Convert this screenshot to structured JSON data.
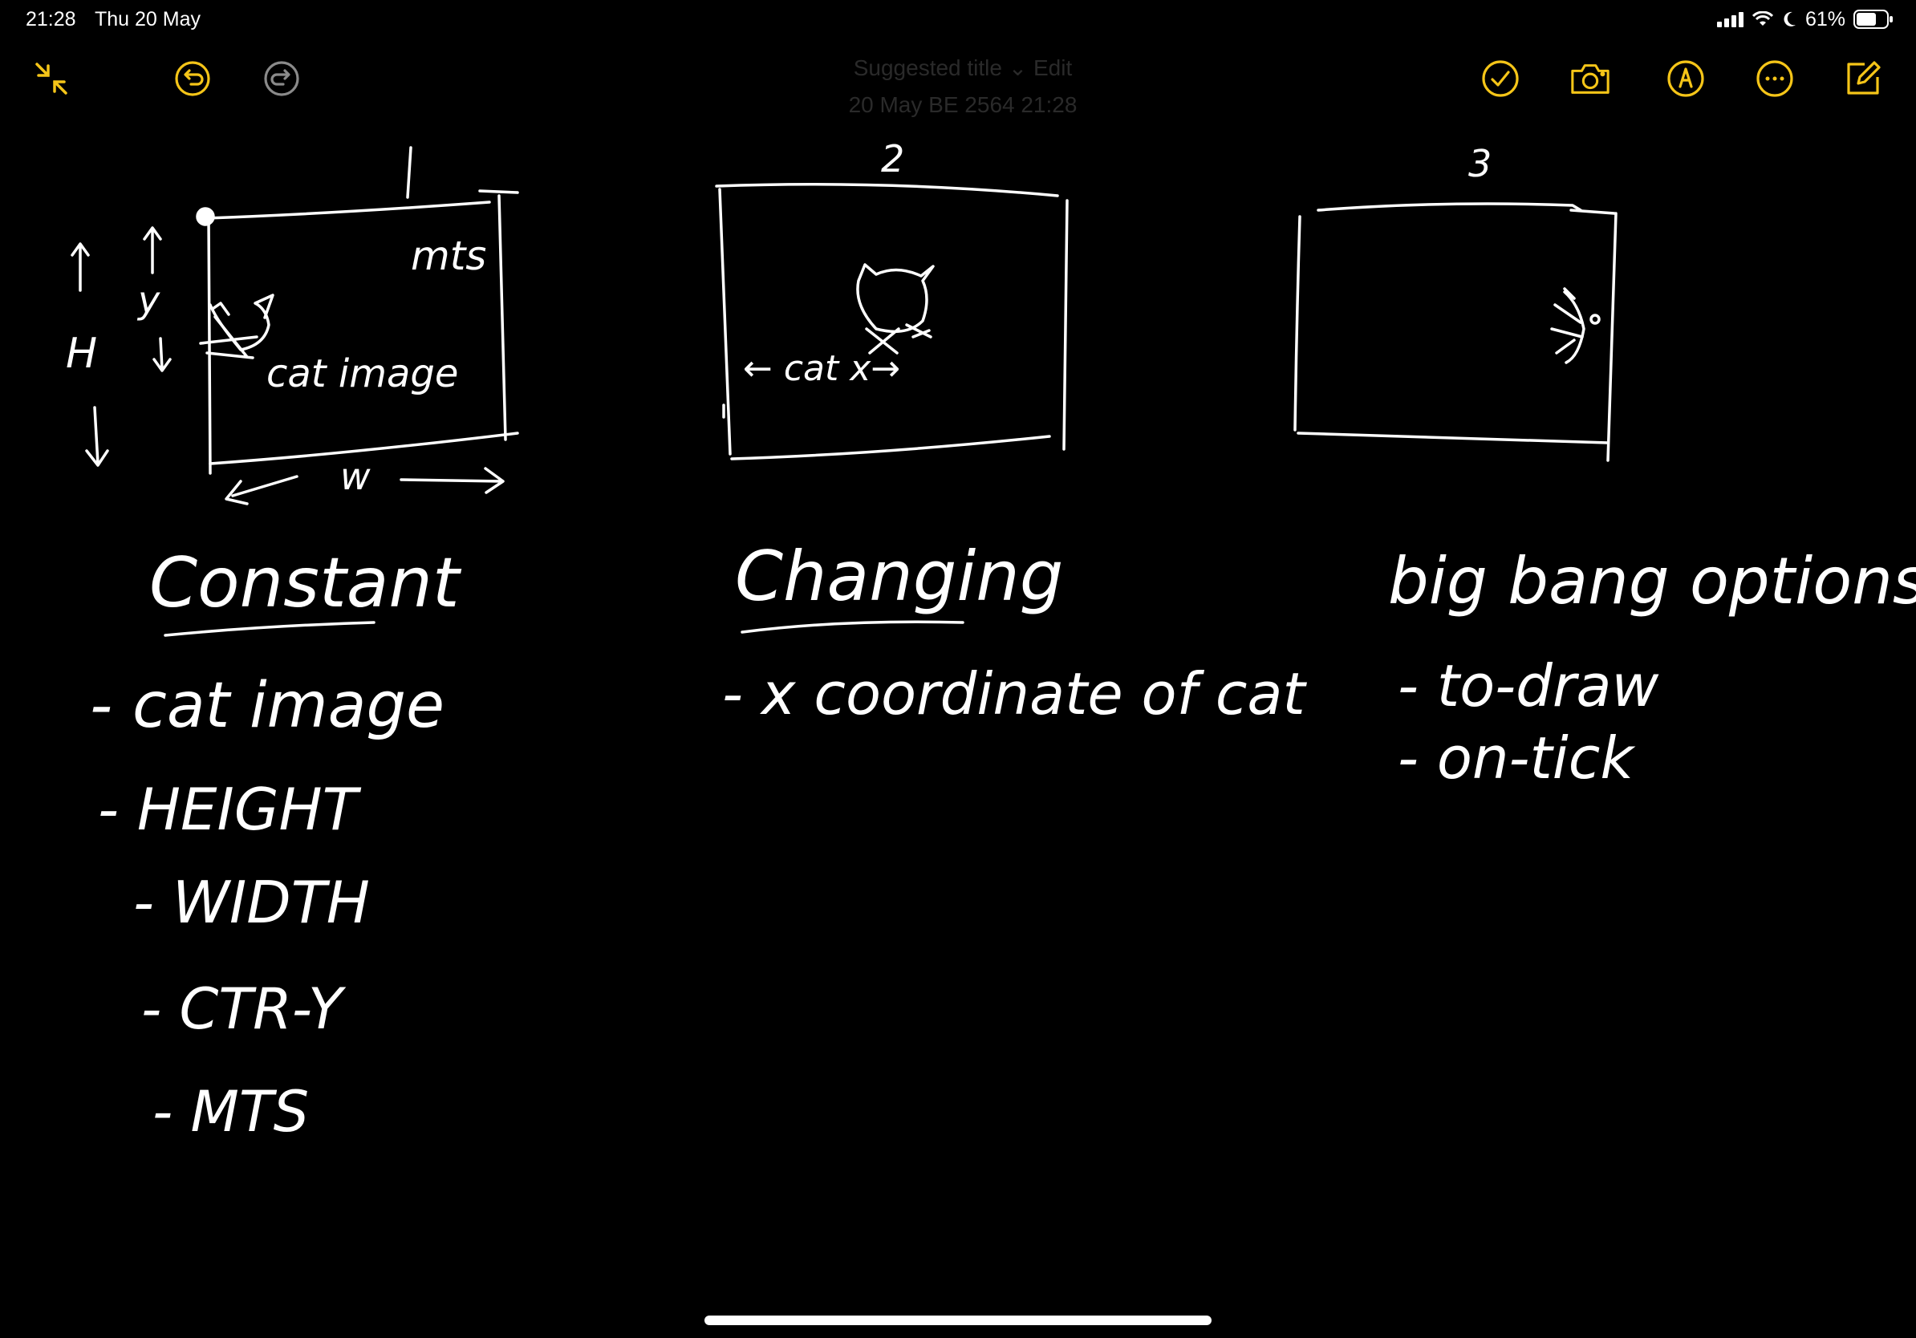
{
  "status_bar": {
    "time": "21:28",
    "date": "Thu 20 May",
    "battery": "61%",
    "icons": [
      "cellular-signal-icon",
      "wifi-icon",
      "do-not-disturb-moon-icon",
      "battery-icon"
    ]
  },
  "toolbar": {
    "left": [
      "collapse-arrows-icon",
      "undo-icon",
      "redo-icon"
    ],
    "right": [
      "done-checkmark-icon",
      "camera-icon",
      "markup-pen-icon",
      "more-ellipsis-icon",
      "compose-icon"
    ],
    "accent_color": "#F5C518",
    "disabled_color": "#8a8a8a"
  },
  "note": {
    "title_line1": "Suggested title  ⌄  Edit",
    "title_line2": "20 May BE 2564 21:28"
  },
  "sketch": {
    "frames": [
      {
        "number": "1",
        "corner_label": "mts",
        "cat_label": "cat image",
        "height_label": "H",
        "y_label": "y",
        "width_label": "w"
      },
      {
        "number": "2",
        "cat_label": "← cat x→"
      },
      {
        "number": "3"
      }
    ],
    "constant": {
      "heading": "Constant",
      "items": [
        "- cat image",
        "- HEIGHT",
        "- WIDTH",
        "- CTR-Y",
        "- MTS"
      ]
    },
    "changing": {
      "heading": "Changing",
      "items": [
        "- x coordinate of cat"
      ]
    },
    "big_bang": {
      "heading": "big bang options",
      "items": [
        "- to-draw",
        "- on-tick"
      ]
    }
  }
}
